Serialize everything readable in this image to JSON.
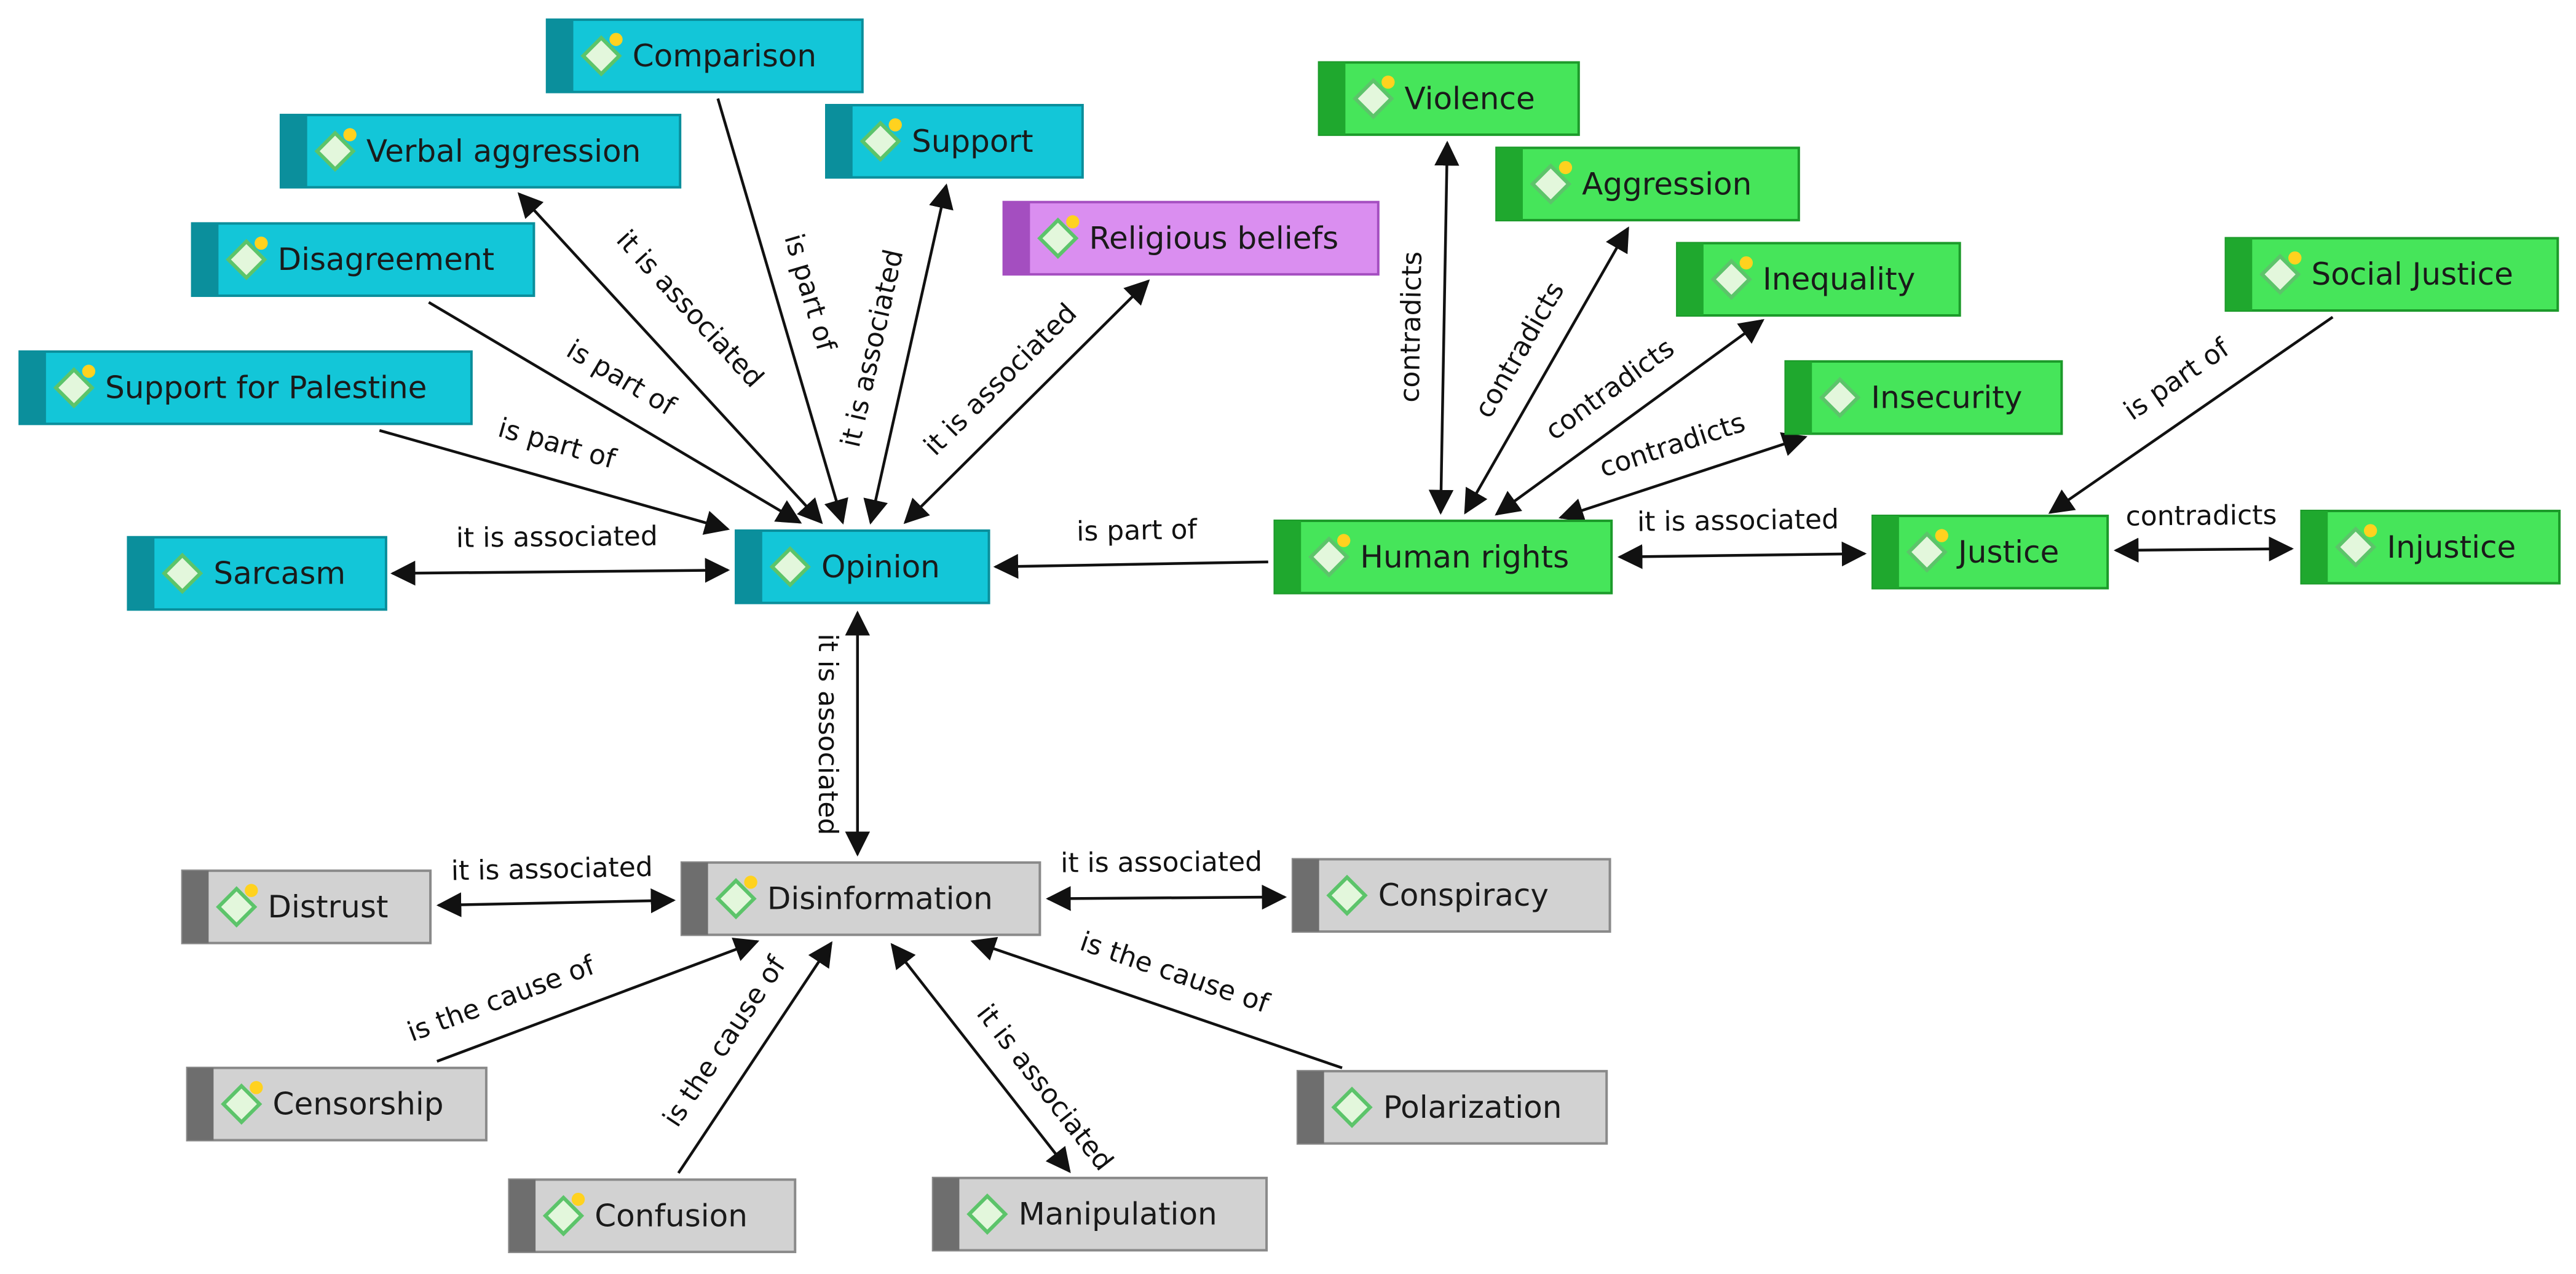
{
  "palette": {
    "cyan": {
      "fill": "#13c6d8",
      "bar": "#0b8f9c",
      "border": "#0a8e9b"
    },
    "green": {
      "fill": "#46e55a",
      "bar": "#1fa82e",
      "border": "#1c9a2a"
    },
    "purple": {
      "fill": "#da8ef0",
      "bar": "#a44ec0",
      "border": "#a44ec0"
    },
    "grey": {
      "fill": "#d2d2d2",
      "bar": "#6e6e6e",
      "border": "#8a8a8a"
    },
    "icon_dot": "#ffd21f",
    "icon_diamond_fill": "#e3f7dc",
    "icon_diamond_stroke": "#5cc46a"
  },
  "nodes": [
    {
      "id": "comparison",
      "label": "Comparison",
      "color": "cyan",
      "icon": "diamond-dot-icon"
    },
    {
      "id": "verbal-aggression",
      "label": "Verbal aggression",
      "color": "cyan",
      "icon": "diamond-dot-icon"
    },
    {
      "id": "support",
      "label": "Support",
      "color": "cyan",
      "icon": "diamond-dot-icon"
    },
    {
      "id": "religious-beliefs",
      "label": "Religious beliefs",
      "color": "purple",
      "icon": "diamond-dot-icon"
    },
    {
      "id": "disagreement",
      "label": "Disagreement",
      "color": "cyan",
      "icon": "diamond-dot-icon"
    },
    {
      "id": "support-for-palestine",
      "label": "Support for Palestine",
      "color": "cyan",
      "icon": "diamond-dot-icon"
    },
    {
      "id": "sarcasm",
      "label": "Sarcasm",
      "color": "cyan",
      "icon": "diamond-icon"
    },
    {
      "id": "opinion",
      "label": "Opinion",
      "color": "cyan",
      "icon": "diamond-icon"
    },
    {
      "id": "violence",
      "label": "Violence",
      "color": "green",
      "icon": "diamond-dot-icon"
    },
    {
      "id": "aggression",
      "label": "Aggression",
      "color": "green",
      "icon": "diamond-dot-icon"
    },
    {
      "id": "inequality",
      "label": "Inequality",
      "color": "green",
      "icon": "diamond-dot-icon"
    },
    {
      "id": "insecurity",
      "label": "Insecurity",
      "color": "green",
      "icon": "diamond-icon"
    },
    {
      "id": "social-justice",
      "label": "Social Justice",
      "color": "green",
      "icon": "diamond-dot-icon"
    },
    {
      "id": "human-rights",
      "label": "Human rights",
      "color": "green",
      "icon": "diamond-dot-icon"
    },
    {
      "id": "justice",
      "label": "Justice",
      "color": "green",
      "icon": "diamond-dot-icon"
    },
    {
      "id": "injustice",
      "label": "Injustice",
      "color": "green",
      "icon": "diamond-dot-icon"
    },
    {
      "id": "distrust",
      "label": "Distrust",
      "color": "grey",
      "icon": "diamond-dot-icon"
    },
    {
      "id": "disinformation",
      "label": "Disinformation",
      "color": "grey",
      "icon": "diamond-dot-icon"
    },
    {
      "id": "conspiracy",
      "label": "Conspiracy",
      "color": "grey",
      "icon": "diamond-icon"
    },
    {
      "id": "censorship",
      "label": "Censorship",
      "color": "grey",
      "icon": "diamond-dot-icon"
    },
    {
      "id": "polarization",
      "label": "Polarization",
      "color": "grey",
      "icon": "diamond-icon"
    },
    {
      "id": "confusion",
      "label": "Confusion",
      "color": "grey",
      "icon": "diamond-dot-icon"
    },
    {
      "id": "manipulation",
      "label": "Manipulation",
      "color": "grey",
      "icon": "diamond-icon"
    }
  ],
  "edges": [
    {
      "from": "comparison",
      "to": "opinion",
      "label": "is part of",
      "direction": "forward"
    },
    {
      "from": "verbal-aggression",
      "to": "opinion",
      "label": "it is associated",
      "direction": "both"
    },
    {
      "from": "support",
      "to": "opinion",
      "label": "it is associated",
      "direction": "both"
    },
    {
      "from": "religious-beliefs",
      "to": "opinion",
      "label": "it is associated",
      "direction": "both"
    },
    {
      "from": "disagreement",
      "to": "opinion",
      "label": "is part of",
      "direction": "forward"
    },
    {
      "from": "support-for-palestine",
      "to": "opinion",
      "label": "is part of",
      "direction": "forward"
    },
    {
      "from": "sarcasm",
      "to": "opinion",
      "label": "it is associated",
      "direction": "both"
    },
    {
      "from": "human-rights",
      "to": "opinion",
      "label": "is part of",
      "direction": "forward"
    },
    {
      "from": "opinion",
      "to": "disinformation",
      "label": "it is associated",
      "direction": "both"
    },
    {
      "from": "violence",
      "to": "human-rights",
      "label": "contradicts",
      "direction": "both"
    },
    {
      "from": "aggression",
      "to": "human-rights",
      "label": "contradicts",
      "direction": "both"
    },
    {
      "from": "inequality",
      "to": "human-rights",
      "label": "contradicts",
      "direction": "both"
    },
    {
      "from": "insecurity",
      "to": "human-rights",
      "label": "contradicts",
      "direction": "both"
    },
    {
      "from": "human-rights",
      "to": "justice",
      "label": "it is associated",
      "direction": "both"
    },
    {
      "from": "social-justice",
      "to": "justice",
      "label": "is part of",
      "direction": "forward"
    },
    {
      "from": "justice",
      "to": "injustice",
      "label": "contradicts",
      "direction": "both"
    },
    {
      "from": "distrust",
      "to": "disinformation",
      "label": "it is associated",
      "direction": "both"
    },
    {
      "from": "disinformation",
      "to": "conspiracy",
      "label": "it is associated",
      "direction": "both"
    },
    {
      "from": "censorship",
      "to": "disinformation",
      "label": "is the cause of",
      "direction": "forward"
    },
    {
      "from": "confusion",
      "to": "disinformation",
      "label": "is the cause of",
      "direction": "forward"
    },
    {
      "from": "disinformation",
      "to": "manipulation",
      "label": "it is associated",
      "direction": "both"
    },
    {
      "from": "polarization",
      "to": "disinformation",
      "label": "is the cause of",
      "direction": "forward"
    }
  ]
}
